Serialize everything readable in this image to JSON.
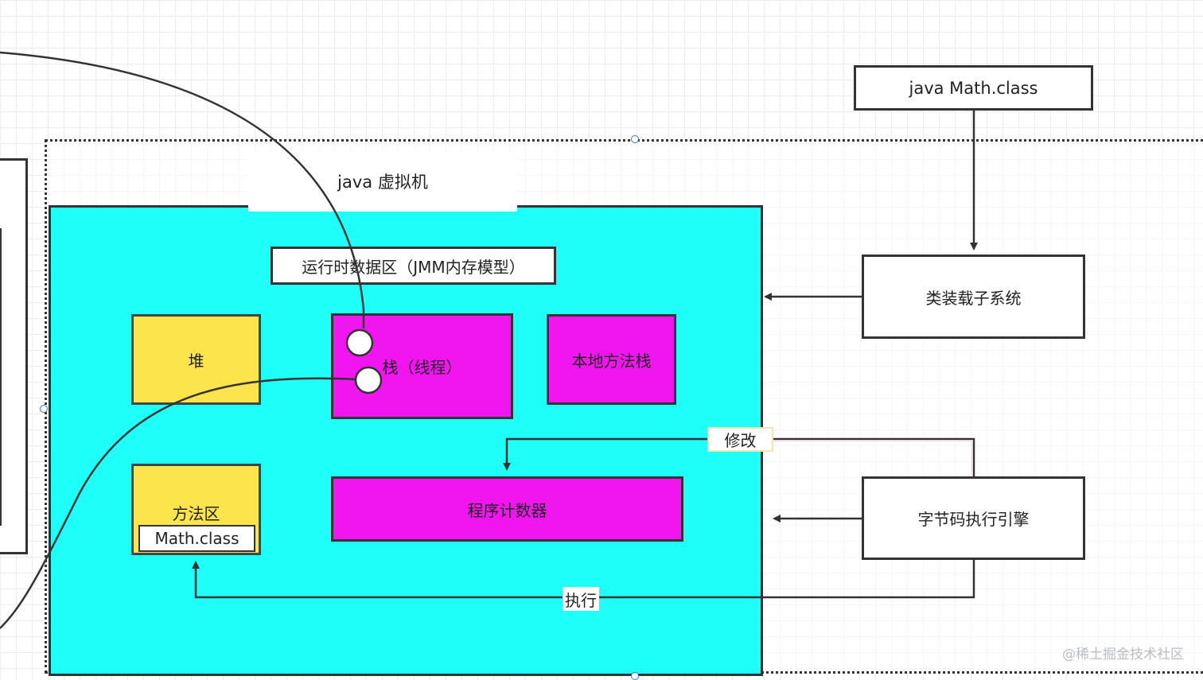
{
  "jvm": {
    "label": "java 虚拟机"
  },
  "input_file": {
    "label": "java Math.class"
  },
  "runtime_area": {
    "label": "运行时数据区（JMM内存模型）"
  },
  "heap": {
    "label": "堆"
  },
  "stack": {
    "label": "栈（线程）"
  },
  "native_stack": {
    "label": "本地方法栈"
  },
  "method_area": {
    "label": "方法区",
    "inner_label": "Math.class"
  },
  "program_counter": {
    "label": "程序计数器"
  },
  "class_loader": {
    "label": "类装载子系统"
  },
  "bytecode_engine": {
    "label": "字节码执行引擎"
  },
  "edges": {
    "modify_label": "修改",
    "execute_label": "执行"
  },
  "watermark": "@稀土掘金技术社区",
  "colors": {
    "cyan": "#1ffff9",
    "magenta": "#f116f0",
    "yellow": "#fbe44c",
    "stroke": "#333333",
    "selection_handle": "#2f7bd4"
  }
}
